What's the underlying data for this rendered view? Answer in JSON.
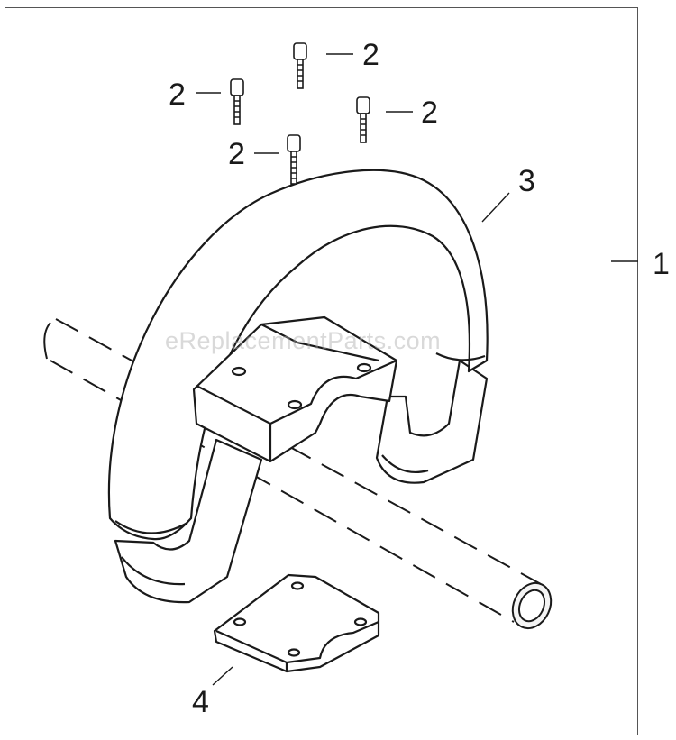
{
  "callouts": {
    "assembly": "1",
    "screw_1": "2",
    "screw_2": "2",
    "screw_3": "2",
    "screw_4": "2",
    "handle_loop": "3",
    "lower_clamp": "4"
  },
  "watermark": "eReplacementParts.com",
  "colors": {
    "line": "#1a1a1a",
    "fill": "#ffffff",
    "shade": "#e6e6e6",
    "frame": "#555555"
  }
}
